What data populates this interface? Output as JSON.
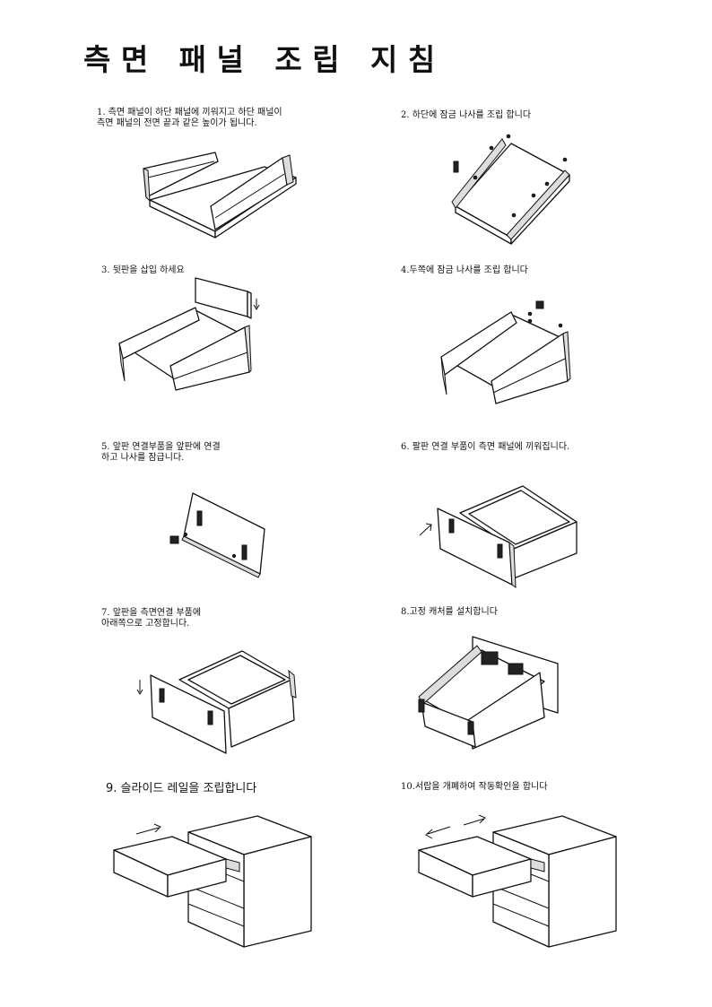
{
  "document": {
    "title": "측 면   패 널   조 립   지 침"
  },
  "steps": [
    {
      "caption": "1. 측면 패널이 하단 패널에 끼워지고 하단 패널이\n측면 패널의 전면 끝과 같은 높이가 됩니다."
    },
    {
      "caption": "2. 하단에 잠금 나사를 조립 합니다"
    },
    {
      "caption": "3. 뒷판을 삽입 하세요"
    },
    {
      "caption": "4.두쪽에 잠금 나사를 조립 합니다"
    },
    {
      "caption": "5. 앞판 연결부품을 앞판에 연결\n하고 나사를 잠급니다."
    },
    {
      "caption": "6. 팔판 연결 부품이 측면 패널에 끼워집니다."
    },
    {
      "caption": "7. 앞판을 측면연결 부품에\n아래쪽으로 고정합니다."
    },
    {
      "caption": "8.고정 캐처를 설치합니다"
    },
    {
      "caption": "9. 슬라이드 레일을 조립합니다"
    },
    {
      "caption": "10.서랍을 개폐하여 작동확인을 합니다"
    }
  ]
}
